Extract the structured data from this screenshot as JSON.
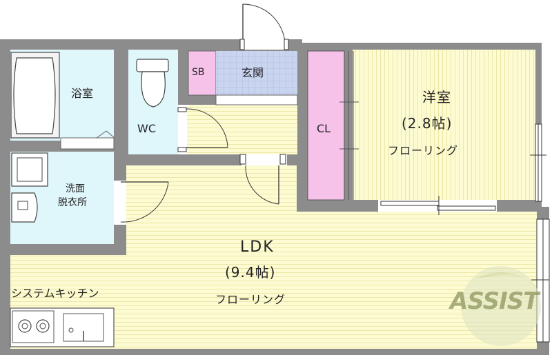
{
  "rooms": {
    "bathroom": {
      "name": "浴室"
    },
    "toilet": {
      "name": "WC"
    },
    "shoe_box": {
      "name": "SB"
    },
    "entrance": {
      "name": "玄関"
    },
    "closet": {
      "name": "CL"
    },
    "western_room": {
      "name": "洋室",
      "size": "(2.8帖)",
      "floor": "フローリング"
    },
    "washroom": {
      "name_line1": "洗面",
      "name_line2": "脱衣所"
    },
    "ldk": {
      "name": "LDK",
      "size": "(9.4帖)",
      "floor": "フローリング"
    },
    "kitchen": {
      "name": "システムキッチン"
    }
  },
  "logo": {
    "text": "ASSIST"
  },
  "colors": {
    "wall": "#8c8c8c",
    "floor_wood": "#fdfbd2",
    "wet_area": "#dff6fa",
    "closet": "#f7c2ea",
    "entrance_tile": "#c9d4ef",
    "line": "#333333"
  }
}
